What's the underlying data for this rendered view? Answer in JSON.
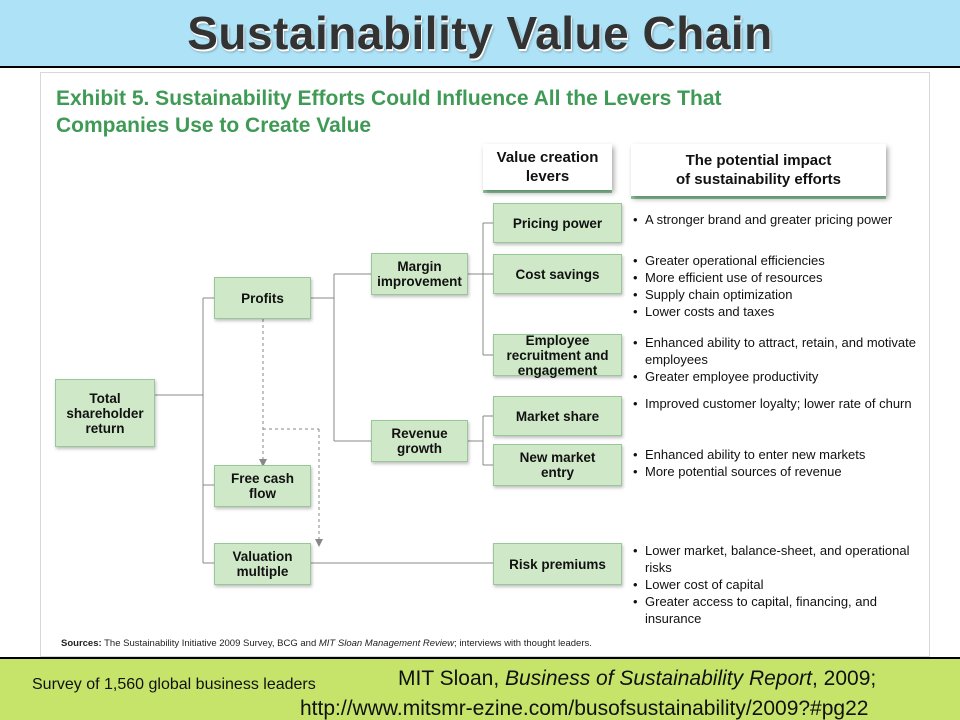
{
  "slide_title": "Sustainability Value Chain",
  "exhibit": {
    "title_line1": "Exhibit 5. Sustainability Efforts Could Influence All the Levers That",
    "title_line2": "Companies Use to Create Value",
    "header_levers_line1": "Value creation",
    "header_levers_line2": "levers",
    "header_impact_line1": "The potential impact",
    "header_impact_line2": "of sustainability efforts",
    "nodes": {
      "total_line1": "Total",
      "total_line2": "shareholder",
      "total_line3": "return",
      "profits": "Profits",
      "free_cash_line1": "Free cash",
      "free_cash_line2": "flow",
      "valuation_line1": "Valuation",
      "valuation_line2": "multiple",
      "margin_line1": "Margin",
      "margin_line2": "improvement",
      "revenue_line1": "Revenue",
      "revenue_line2": "growth",
      "pricing": "Pricing power",
      "cost": "Cost savings",
      "employee_line1": "Employee",
      "employee_line2": "recruitment and",
      "employee_line3": "engagement",
      "market_share": "Market share",
      "new_market_line1": "New market",
      "new_market_line2": "entry",
      "risk": "Risk premiums"
    },
    "impacts": {
      "pricing": [
        "A stronger brand and greater pricing power"
      ],
      "cost": [
        "Greater operational efficiencies",
        "More efficient use of resources",
        "Supply chain optimization",
        "Lower costs and taxes"
      ],
      "employee": [
        "Enhanced ability to attract, retain, and motivate employees",
        "Greater employee productivity"
      ],
      "market_share": [
        "Improved customer loyalty; lower rate of churn"
      ],
      "new_market": [
        "Enhanced ability to enter new markets",
        "More potential sources of revenue"
      ],
      "risk": [
        "Lower market, balance-sheet, and operational risks",
        "Lower cost of capital",
        "Greater access to capital, financing, and insurance"
      ]
    },
    "sources_label": "Sources:",
    "sources_text1": " The Sustainability Initiative 2009 Survey, BCG and ",
    "sources_italic": "MIT Sloan Management Review",
    "sources_text2": "; interviews with thought leaders."
  },
  "footer": {
    "survey": "Survey of 1,560 global business leaders",
    "cite_prefix": "MIT Sloan, ",
    "cite_italic": "Business of Sustainability Report",
    "cite_suffix": ", 2009;",
    "url": "http://www.mitsmr-ezine.com/busofsustainability/2009?#pg22"
  },
  "colors": {
    "title_bar": "#aee2f6",
    "exhibit_title": "#3f9a55",
    "node_fill": "#cfe9c8",
    "footer": "#c6e36a"
  }
}
